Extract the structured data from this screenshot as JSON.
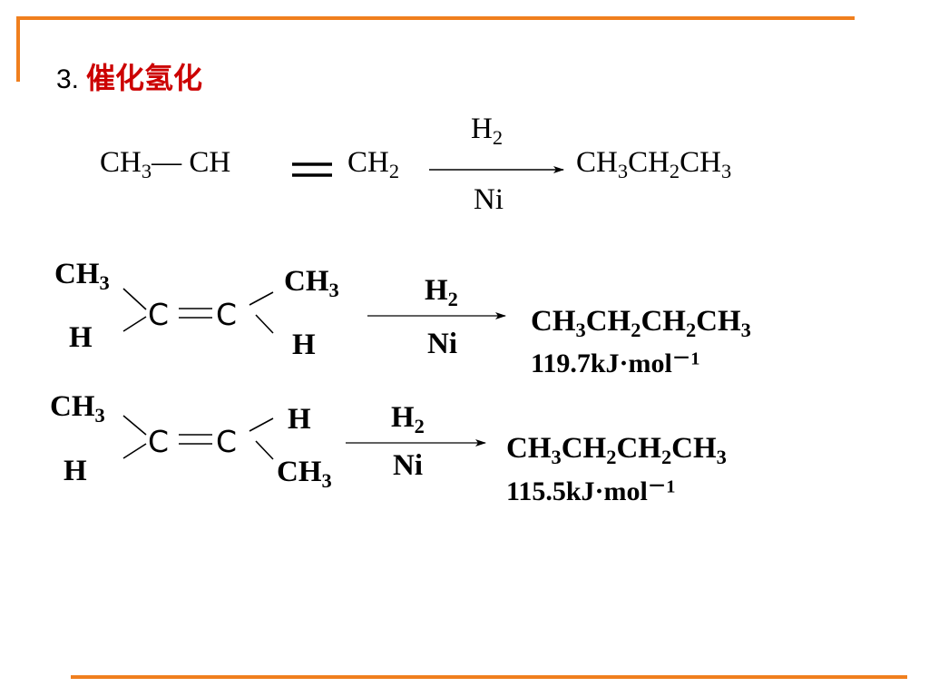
{
  "colors": {
    "frame": "#f07f1e",
    "title_accent": "#cc0000",
    "text": "#000000"
  },
  "slide": {
    "title_number": "3.",
    "title_text": "催化氢化"
  },
  "reaction1": {
    "reactant_left": "CH",
    "reactant_left_sub": "3",
    "bond_single": "—",
    "reactant_mid": "CH",
    "reactant_right": "CH",
    "reactant_right_sub": "2",
    "reagent": "H",
    "reagent_sub": "2",
    "catalyst": "Ni",
    "product": [
      {
        "t": "CH",
        "s": "3"
      },
      {
        "t": "CH",
        "s": "2"
      },
      {
        "t": "CH",
        "s": "3"
      }
    ]
  },
  "reaction2": {
    "top_left": "CH",
    "top_left_sub": "3",
    "bottom_left": "H",
    "atom_left": "C",
    "atom_right": "C",
    "top_right": "CH",
    "top_right_sub": "3",
    "bottom_right": "H",
    "reagent": "H",
    "reagent_sub": "2",
    "catalyst": "Ni",
    "product": [
      {
        "t": "CH",
        "s": "3"
      },
      {
        "t": "CH",
        "s": "2"
      },
      {
        "t": "CH",
        "s": "2"
      },
      {
        "t": "CH",
        "s": "3"
      }
    ],
    "energy": "119.7kJ·mol",
    "energy_exp": "－1"
  },
  "reaction3": {
    "top_left": "CH",
    "top_left_sub": "3",
    "bottom_left": "H",
    "atom_left": "C",
    "atom_right": "C",
    "top_right": "H",
    "bottom_right": "CH",
    "bottom_right_sub": "3",
    "reagent": "H",
    "reagent_sub": "2",
    "catalyst": "Ni",
    "product": [
      {
        "t": "CH",
        "s": "3"
      },
      {
        "t": "CH",
        "s": "2"
      },
      {
        "t": "CH",
        "s": "2"
      },
      {
        "t": "CH",
        "s": "3"
      }
    ],
    "energy": "115.5kJ·mol",
    "energy_exp": "－1"
  }
}
